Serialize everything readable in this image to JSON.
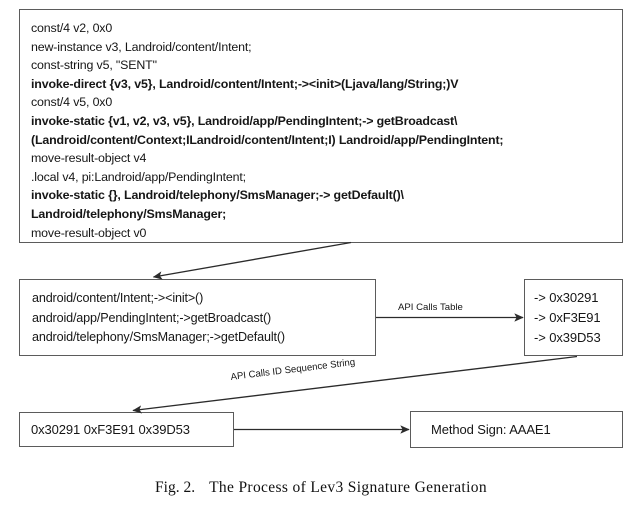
{
  "figure": {
    "caption_label": "Fig. 2.",
    "caption_text": "The Process of Lev3 Signature Generation",
    "stroke_color": "#5b5b5b",
    "text_color": "#161616",
    "background": "#ffffff"
  },
  "code_box": {
    "name": "smali-bytecode-listing",
    "lines": [
      {
        "text": "const/4 v2, 0x0",
        "bold": false
      },
      {
        "text": "new-instance v3, Landroid/content/Intent;",
        "bold": false
      },
      {
        "text": "const-string v5, \"SENT\"",
        "bold": false
      },
      {
        "text": "invoke-direct {v3, v5}, Landroid/content/Intent;-><init>(Ljava/lang/String;)V",
        "bold": true
      },
      {
        "text": "const/4 v5, 0x0",
        "bold": false
      },
      {
        "text": "invoke-static {v1, v2, v3, v5}, Landroid/app/PendingIntent;-> getBroadcast\\",
        "bold": true
      },
      {
        "text": "(Landroid/content/Context;ILandroid/content/Intent;I) Landroid/app/PendingIntent;",
        "bold": true
      },
      {
        "text": "move-result-object v4",
        "bold": false
      },
      {
        "text": ".local v4, pi:Landroid/app/PendingIntent;",
        "bold": false
      },
      {
        "text": "invoke-static {}, Landroid/telephony/SmsManager;-> getDefault()\\",
        "bold": true
      },
      {
        "text": "Landroid/telephony/SmsManager;",
        "bold": true
      },
      {
        "text": "move-result-object v0",
        "bold": false
      }
    ]
  },
  "api_list_box": {
    "name": "extracted-api-calls",
    "lines": [
      "android/content/Intent;-><init>()",
      "android/app/PendingIntent;->getBroadcast()",
      "android/telephony/SmsManager;->getDefault()"
    ]
  },
  "api_id_box": {
    "name": "api-call-ids",
    "lines": [
      "-> 0x30291",
      "-> 0xF3E91",
      "-> 0x39D53"
    ]
  },
  "sequence_box": {
    "name": "api-id-sequence",
    "text": "0x30291 0xF3E91 0x39D53"
  },
  "signature_box": {
    "name": "method-signature",
    "text": "Method Sign: AAAE1"
  },
  "edges": [
    {
      "id": "code-to-apilist",
      "label": ""
    },
    {
      "id": "apilist-to-apiids",
      "label": "API Calls Table"
    },
    {
      "id": "apiids-to-sequence",
      "label": "API Calls ID Sequence String"
    },
    {
      "id": "sequence-to-signature",
      "label": ""
    }
  ],
  "labels": {
    "api_calls_table": "API Calls Table",
    "api_calls_id_sequence_string": "API Calls ID Sequence String"
  }
}
